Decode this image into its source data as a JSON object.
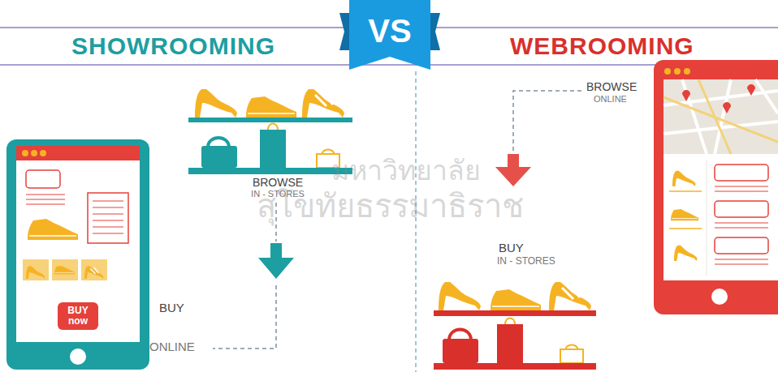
{
  "diagram": {
    "nodes": [
      {
        "text": [
          "VS"
        ]
      },
      {
        "text": [
          "BUY now"
        ]
      }
    ],
    "labels": [
      "SHOWROOMING",
      "WEBROOMING",
      "BROWSE",
      "IN - STORES",
      "BUY",
      "ONLINE",
      "BROWSE",
      "ONLINE",
      "BUY",
      "IN - STORES",
      "มหาวิทยาลัย",
      "สุโขทัยธรรมาธิราช"
    ]
  }
}
